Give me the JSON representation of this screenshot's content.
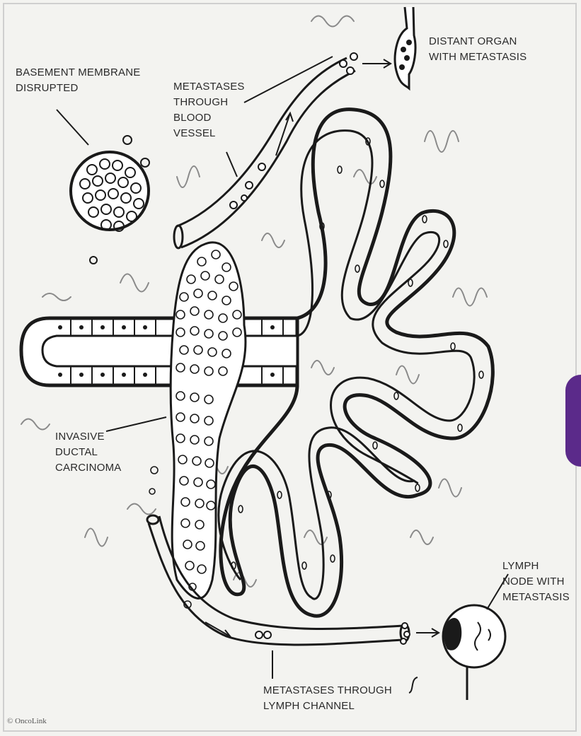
{
  "diagram": {
    "labels": {
      "basement_membrane": [
        "BASEMENT MEMBRANE",
        "DISRUPTED"
      ],
      "metastases_blood": [
        "METASTASES",
        "THROUGH",
        "BLOOD",
        "VESSEL"
      ],
      "distant_organ": [
        "DISTANT ORGAN",
        "WITH METASTASIS"
      ],
      "invasive_ductal": [
        "INVASIVE",
        "DUCTAL",
        "CARCINOMA"
      ],
      "lymph_node": [
        "LYMPH",
        "NODE WITH",
        "METASTASIS"
      ],
      "metastases_lymph": [
        "METASTASES THROUGH",
        "LYMPH CHANNEL"
      ]
    },
    "credit": "© OncoLink"
  },
  "colors": {
    "ink": "#1a1a1a",
    "background": "#f3f3f0",
    "accent_tab": "#5b2a8a"
  }
}
